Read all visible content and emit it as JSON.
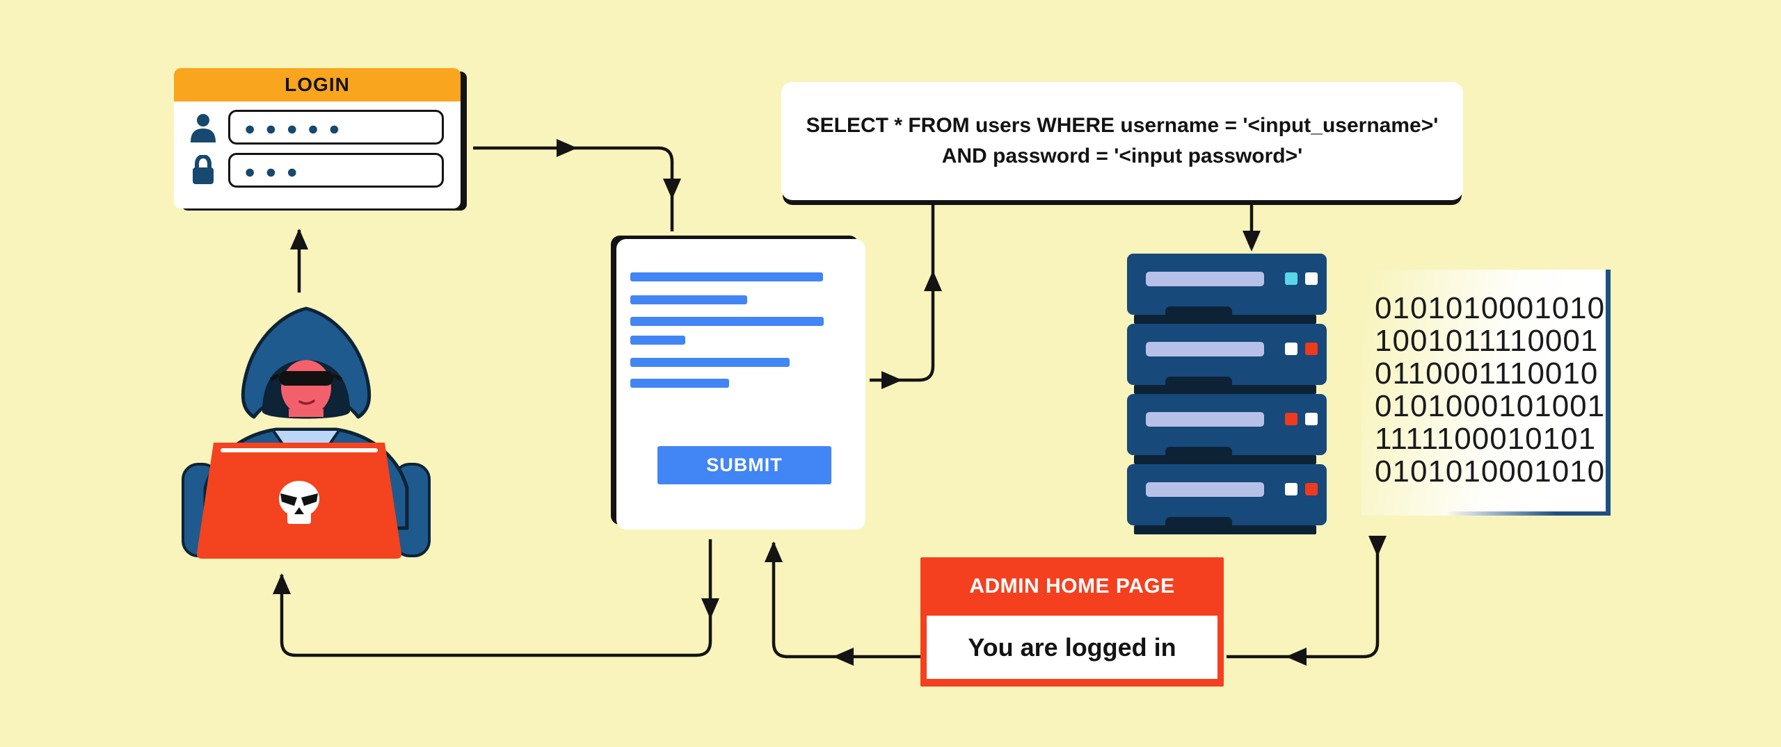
{
  "login": {
    "title": "LOGIN",
    "username_value": "●●●●●",
    "password_value": "●●●"
  },
  "sql_box": {
    "line1": "SELECT * FROM users WHERE username = '<input_username>'",
    "line2": "AND password = '<input password>'"
  },
  "form": {
    "submit_label": "SUBMIT"
  },
  "server": {
    "units": [
      {
        "led1": "indicator_cyan",
        "led2": "indicator_white"
      },
      {
        "led1": "indicator_white",
        "led2": "indicator_red"
      },
      {
        "led1": "indicator_red",
        "led2": "indicator_white"
      },
      {
        "led1": "indicator_white",
        "led2": "indicator_red"
      }
    ]
  },
  "binary": {
    "lines": [
      "0101010001010",
      "1001011110001",
      "0110001110010",
      "0101000101001",
      "1111100010101",
      "0101010001010"
    ]
  },
  "admin": {
    "title": "ADMIN HOME PAGE",
    "message": "You are logged in"
  },
  "colors": {
    "background": "#F8F4BC",
    "accent_orange": "#F9A51D",
    "navy": "#17486F",
    "server_navy": "#17497B",
    "server_dark": "#0E2236",
    "server_bar": "#B7C1E8",
    "indicator_cyan": "#5BD6E8",
    "indicator_red": "#EF3A1D",
    "indicator_white": "#FFFFFF",
    "form_blue": "#4285F4",
    "alert_red": "#F4401F",
    "line_black": "#141414"
  }
}
